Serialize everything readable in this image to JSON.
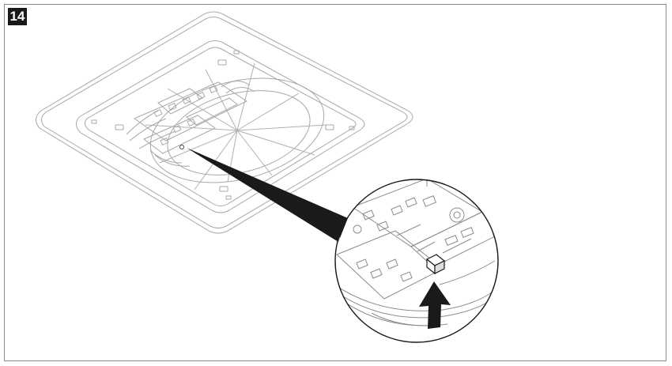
{
  "step": {
    "number": "14"
  },
  "icons": {
    "overview": "ceiling-unit-topview-illustration",
    "detail": "circuit-board-connector-magnified",
    "arrow": "arrow-up-icon"
  },
  "colors": {
    "line": "#9a9a9a",
    "ink": "#1a1a1a",
    "background": "#ffffff"
  }
}
